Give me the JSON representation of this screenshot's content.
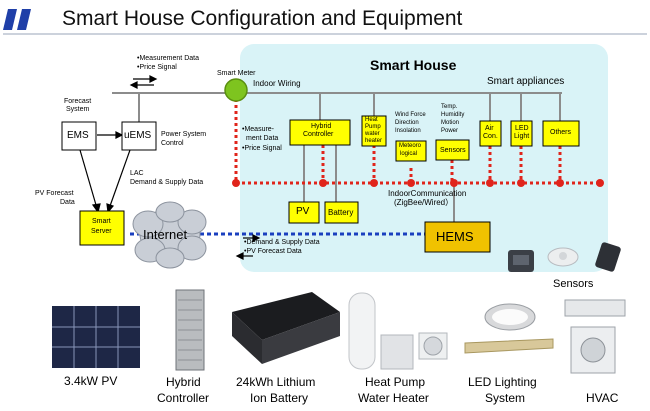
{
  "title": "Smart House Configuration and Equipment",
  "left": {
    "measurement_data": "•Measurement Data",
    "price_signal": "•Price Signal",
    "forecast_system_line1": "Forecast",
    "forecast_system_line2": "System",
    "ems": "EMS",
    "uems": "uEMS",
    "power_system_control_line1": "Power System",
    "power_system_control_line2": "Control",
    "lac_line1": "LAC",
    "lac_line2": "Demand & Supply Data",
    "pv_forecast_line1": "PV Forecast",
    "pv_forecast_line2": "Data",
    "smart_server_line1": "Smart",
    "smart_server_line2": "Server",
    "internet": "Internet",
    "demand_supply": "•Demand & Supply Data",
    "pv_forecast_data": "•PV Forecast Data"
  },
  "house": {
    "smart_meter": "Smart Meter",
    "indoor_wiring": "Indoor Wiring",
    "title": "Smart House",
    "smart_appliances": "Smart appliances",
    "measurement_line1": "•Measure-",
    "measurement_line2": "ment Data",
    "price_signal": "•Price Signal",
    "hybrid_controller_line1": "Hybrid",
    "hybrid_controller_line2": "Controller",
    "heat_pump_line1": "Heat",
    "heat_pump_line2": "Pump",
    "heat_pump_line3": "water",
    "heat_pump_line4": "heater",
    "wind_line1": "Wind Force",
    "wind_line2": "Direction",
    "wind_line3": "Insolation",
    "meteoro_line1": "Meteoro",
    "meteoro_line2": "logical",
    "temp_line1": "Temp.",
    "temp_line2": "Humidity",
    "temp_line3": "Motion",
    "temp_line4": "Power",
    "sensors": "Sensors",
    "air_con_line1": "Air",
    "air_con_line2": "Con.",
    "led_line1": "LED",
    "led_line2": "Light",
    "others": "Others",
    "pv": "PV",
    "battery": "Battery",
    "indoor_comm_line1": "IndoorCommunication",
    "indoor_comm_line2": "(ZigBee/Wired）",
    "hems": "HEMS",
    "sensors_label": "Sensors"
  },
  "equipment": {
    "pv_caption": "3.4kW PV",
    "hybrid_line1": "Hybrid",
    "hybrid_line2": "Controller",
    "battery_line1": "24kWh Lithium",
    "battery_line2": "Ion Battery",
    "heatpump_line1": "Heat Pump",
    "heatpump_line2": "Water Heater",
    "led_line1": "LED Lighting",
    "led_line2": "System",
    "hvac": "HVAC"
  },
  "colors": {
    "title_bar": "#1f3fa8",
    "house_bg": "#d9f3f7",
    "box_yellow": "#ffff00",
    "meter_green": "#7ec41f",
    "dotted_red": "#e0241b",
    "dotted_blue": "#1a3fbf",
    "hems_fill": "#f0c200"
  }
}
